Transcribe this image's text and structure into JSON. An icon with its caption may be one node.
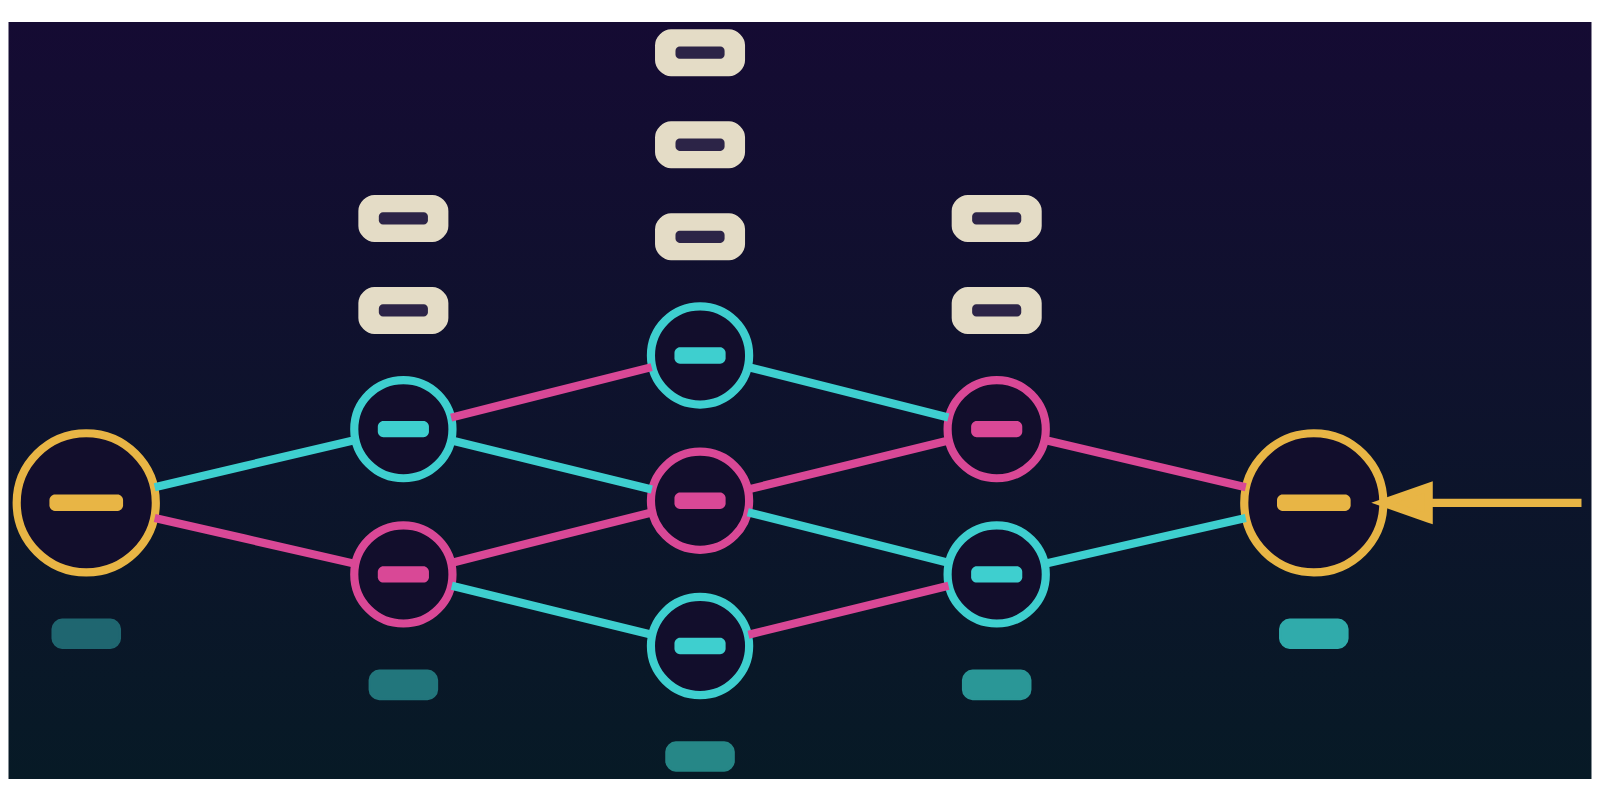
{
  "diagram": {
    "nodes": [
      {
        "text": [],
        "shape": "circle"
      },
      {
        "text": [],
        "shape": "circle"
      },
      {
        "text": [],
        "shape": "circle"
      },
      {
        "text": [],
        "shape": "circle"
      },
      {
        "text": [],
        "shape": "circle"
      },
      {
        "text": [],
        "shape": "circle"
      },
      {
        "text": [],
        "shape": "circle"
      },
      {
        "text": [],
        "shape": "circle"
      },
      {
        "text": [],
        "shape": "circle"
      },
      {
        "text": [],
        "shape": "box"
      },
      {
        "text": [],
        "shape": "box"
      },
      {
        "text": [],
        "shape": "box"
      },
      {
        "text": [],
        "shape": "box"
      },
      {
        "text": [],
        "shape": "box"
      },
      {
        "text": [],
        "shape": "box"
      },
      {
        "text": [],
        "shape": "box"
      },
      {
        "text": [],
        "shape": "bar"
      },
      {
        "text": [],
        "shape": "bar"
      },
      {
        "text": [],
        "shape": "bar"
      },
      {
        "text": [],
        "shape": "bar"
      },
      {
        "text": [],
        "shape": "bar"
      }
    ],
    "edges": [
      {
        "from": 0,
        "to": 1,
        "arrow": "none",
        "color": "#3ecfcf"
      },
      {
        "from": 0,
        "to": 2,
        "arrow": "none",
        "color": "#d94896"
      },
      {
        "from": 1,
        "to": 3,
        "arrow": "none",
        "color": "#d94896"
      },
      {
        "from": 1,
        "to": 4,
        "arrow": "none",
        "color": "#3ecfcf"
      },
      {
        "from": 2,
        "to": 4,
        "arrow": "none",
        "color": "#d94896"
      },
      {
        "from": 2,
        "to": 5,
        "arrow": "none",
        "color": "#3ecfcf"
      },
      {
        "from": 3,
        "to": 6,
        "arrow": "none",
        "color": "#3ecfcf"
      },
      {
        "from": 4,
        "to": 6,
        "arrow": "none",
        "color": "#d94896"
      },
      {
        "from": 4,
        "to": 7,
        "arrow": "none",
        "color": "#3ecfcf"
      },
      {
        "from": 5,
        "to": 7,
        "arrow": "none",
        "color": "#d94896"
      },
      {
        "from": 6,
        "to": 8,
        "arrow": "none",
        "color": "#d94896"
      },
      {
        "from": 7,
        "to": 8,
        "arrow": "none",
        "color": "#3ecfcf"
      },
      {
        "from": null,
        "to": 8,
        "arrow": "to",
        "color": "#e8b545"
      }
    ]
  }
}
